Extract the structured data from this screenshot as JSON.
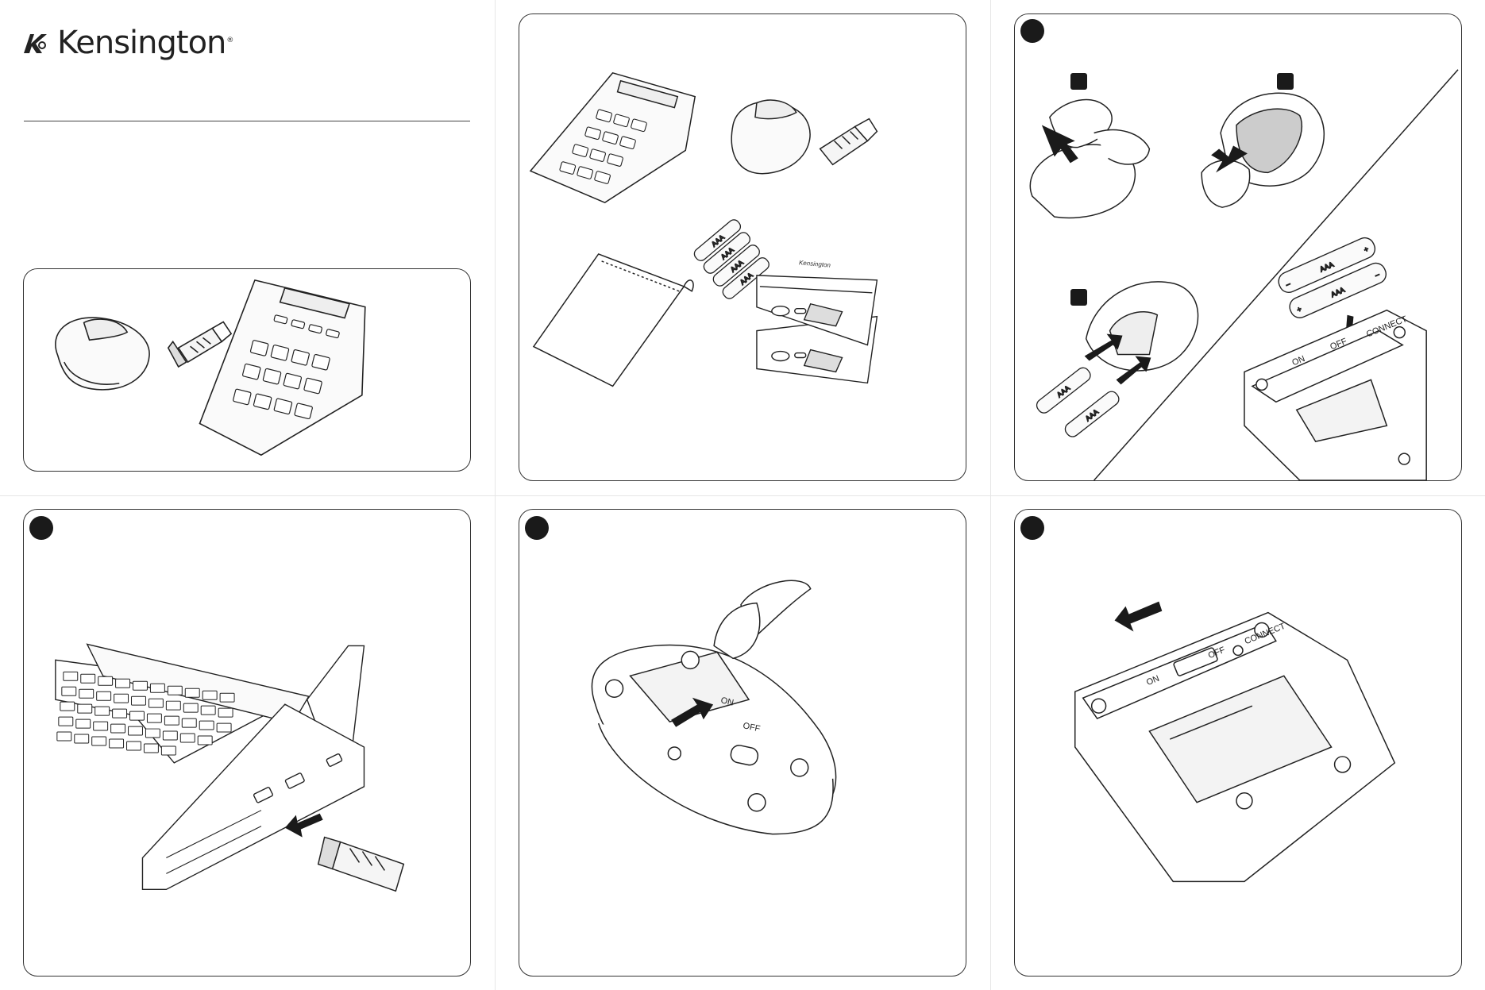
{
  "brand": {
    "name": "Kensington",
    "registered": "®"
  },
  "batteries": {
    "label": "AAA",
    "plus": "+",
    "minus": "–"
  },
  "switch": {
    "on": "ON",
    "off": "OFF",
    "connect": "CONNECT"
  },
  "booklet_brand": "Kensington"
}
